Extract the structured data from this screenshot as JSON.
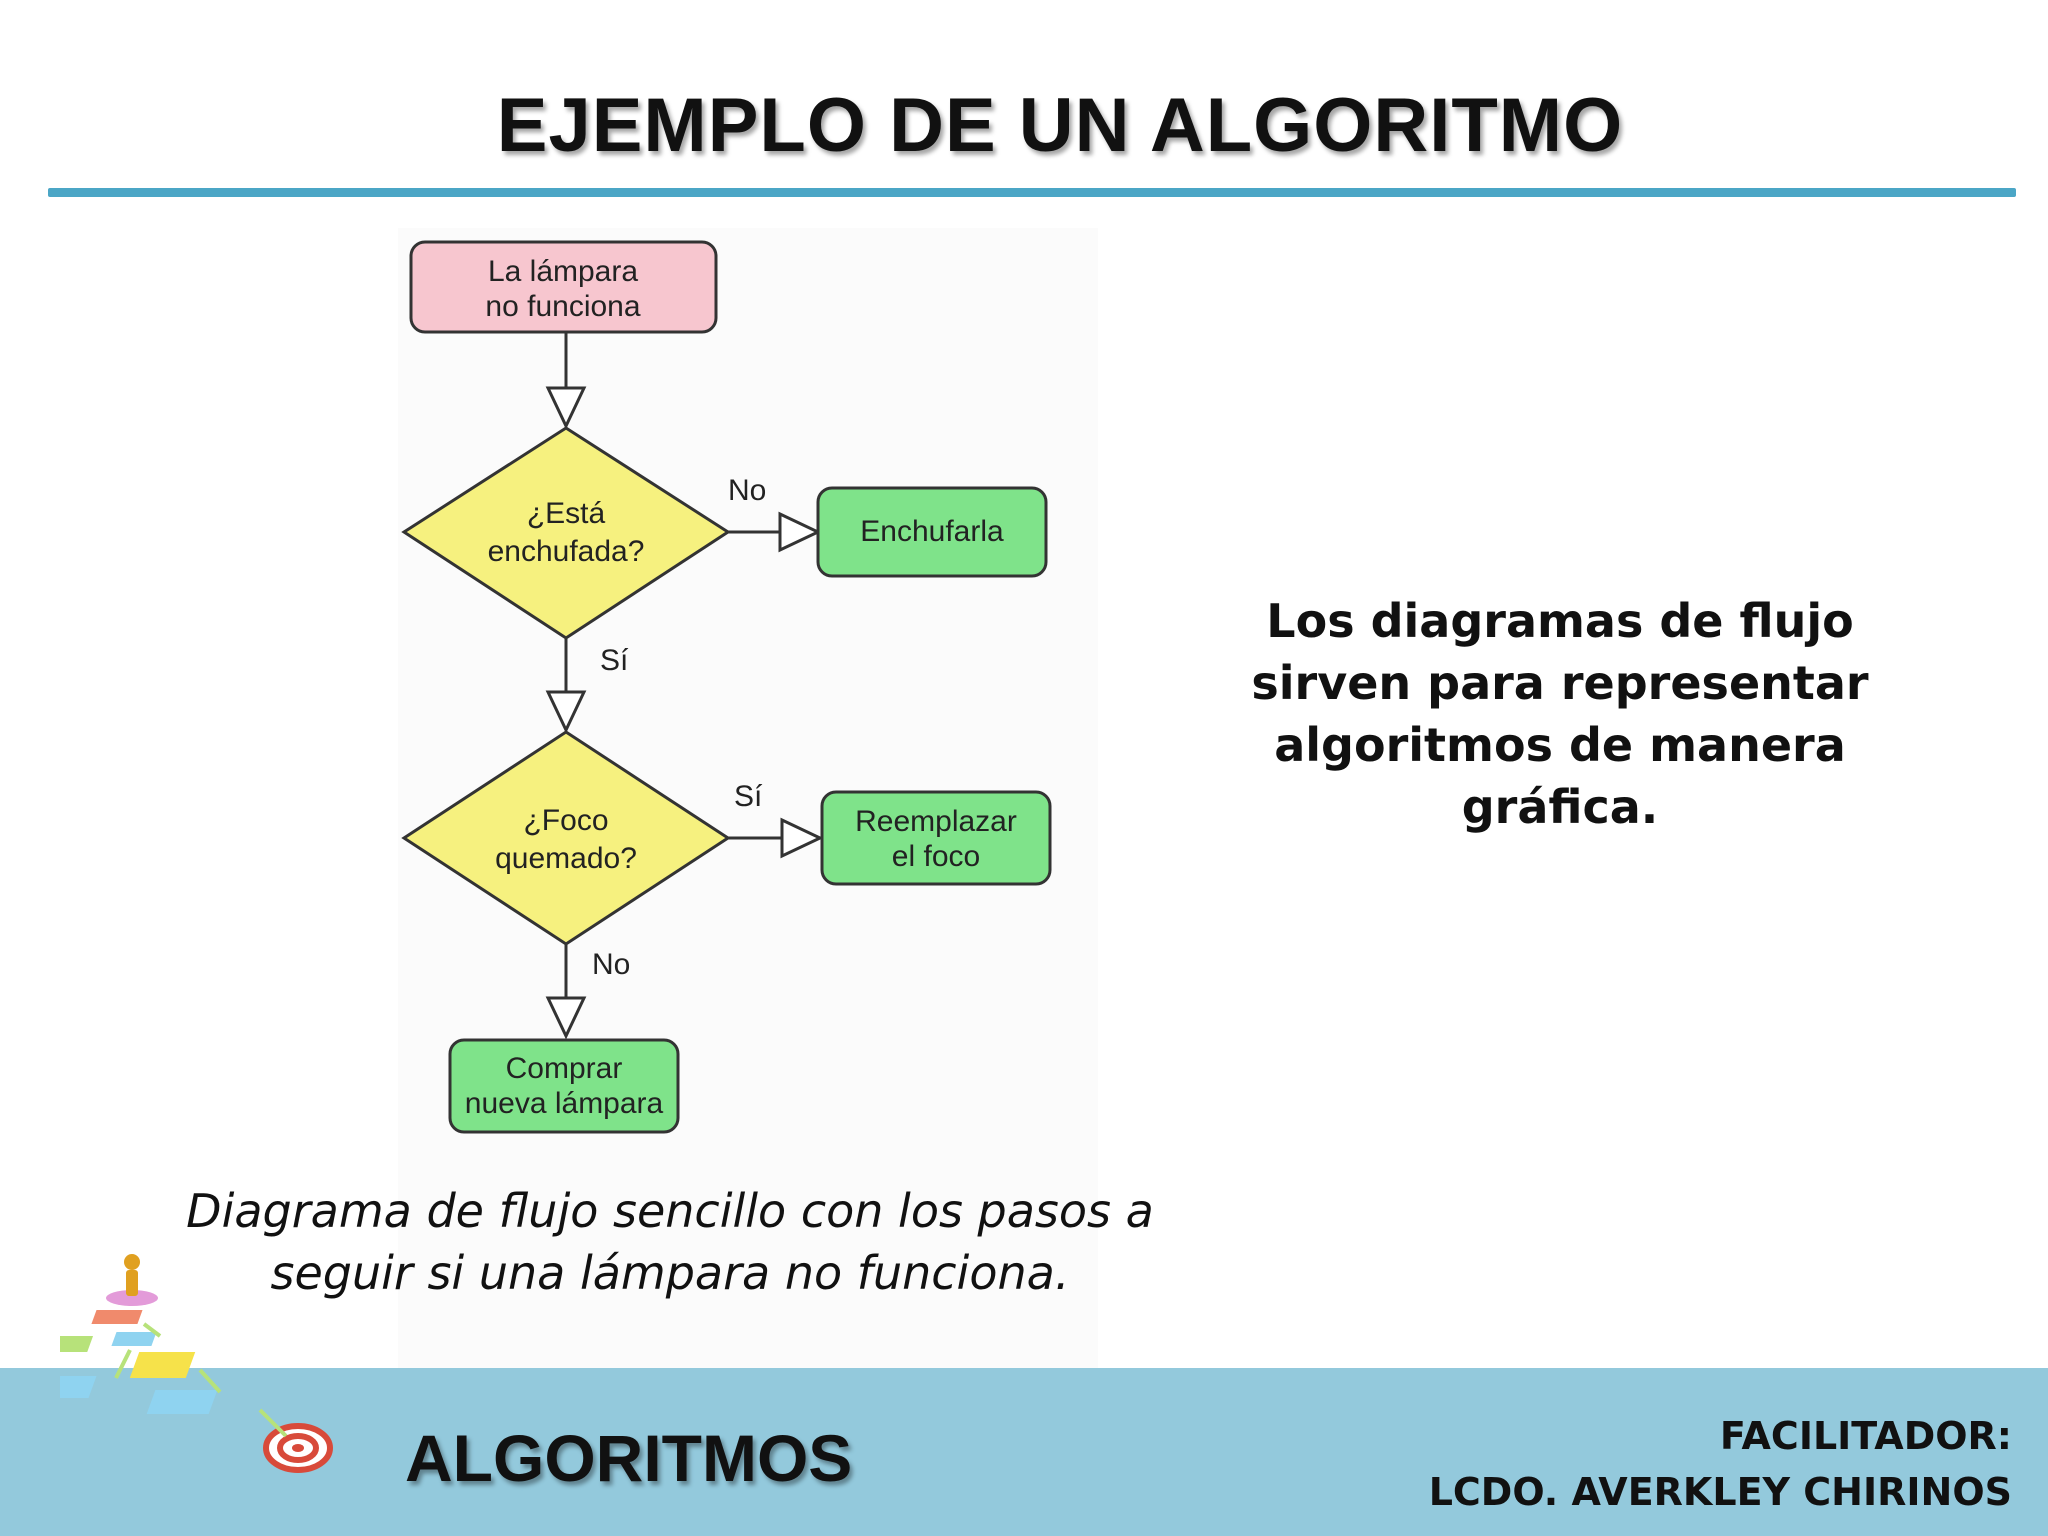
{
  "slide": {
    "title": "EJEMPLO DE UN ALGORITMO",
    "caption": "Diagrama de flujo sencillo con los pasos a seguir si una lámpara no funciona.",
    "side_note": "Los diagramas de flujo sirven para representar algoritmos de manera gráfica."
  },
  "flowchart": {
    "start": {
      "line1": "La lámpara",
      "line2": "no funciona"
    },
    "decision_plugged": {
      "line1": "¿Está",
      "line2": "enchufada?"
    },
    "label_no_1": "No",
    "action_plug": "Enchufarla",
    "label_yes_1": "Sí",
    "decision_bulb": {
      "line1": "¿Foco",
      "line2": "quemado?"
    },
    "label_yes_2": "Sí",
    "action_replace": {
      "line1": "Reemplazar",
      "line2": "el foco"
    },
    "label_no_2": "No",
    "action_buy": {
      "line1": "Comprar",
      "line2": "nueva lámpara"
    },
    "colors": {
      "start_fill": "#f7c6cf",
      "decision_fill": "#f6f17f",
      "action_fill": "#7fe38a",
      "stroke": "#333333"
    }
  },
  "footer": {
    "title": "ALGORITMOS",
    "facilitator_label": "FACILITADOR:",
    "facilitator_name": "LCDO. AVERKLEY CHIRINOS"
  },
  "logo": {
    "icon": "flowchart-logo-icon"
  }
}
